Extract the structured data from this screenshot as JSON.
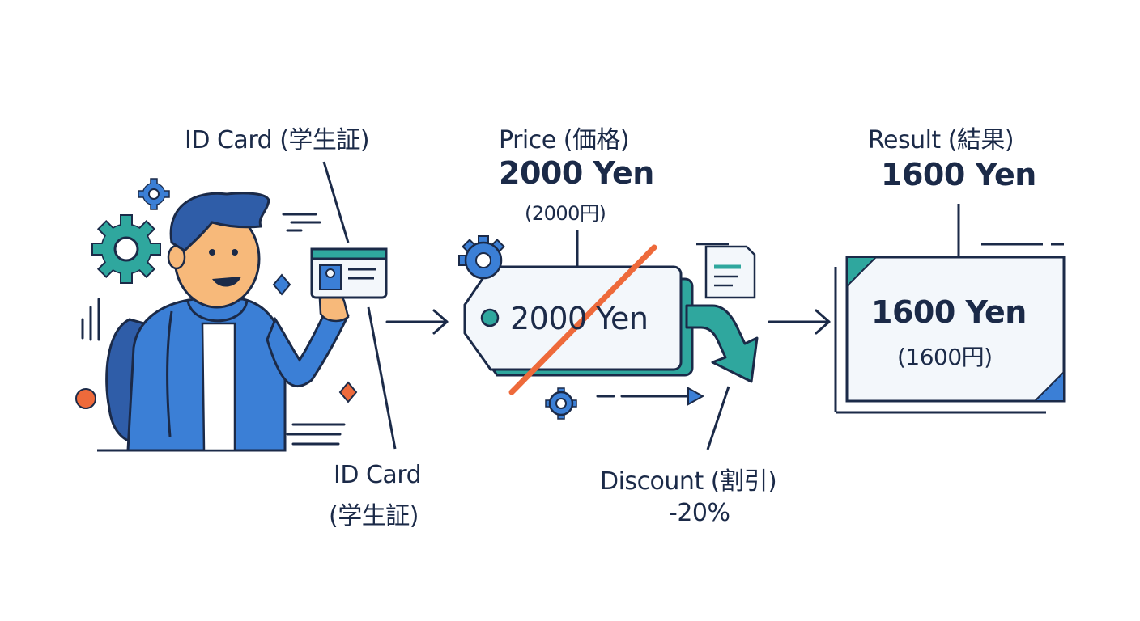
{
  "labels": {
    "id_card_top": "ID Card (学生証)",
    "id_card_bottom_line1": "ID Card",
    "id_card_bottom_line2": "(学生証)",
    "price_heading": "Price (価格)",
    "price_value": "2000 Yen",
    "price_yen_jp": "(2000円)",
    "tag_value": "2000 Yen",
    "discount_heading": "Discount (割引)",
    "discount_value": "-20%",
    "result_heading": "Result (結果)",
    "result_value": "1600 Yen",
    "card_value": "1600 Yen",
    "card_yen_jp": "(1600円)"
  },
  "colors": {
    "navy": "#1b2a48",
    "blue": "#3b7fd6",
    "teal": "#2fa79e",
    "orange": "#ee6a3b",
    "skin": "#f7b97a",
    "light_panel": "#f3f7fb"
  }
}
